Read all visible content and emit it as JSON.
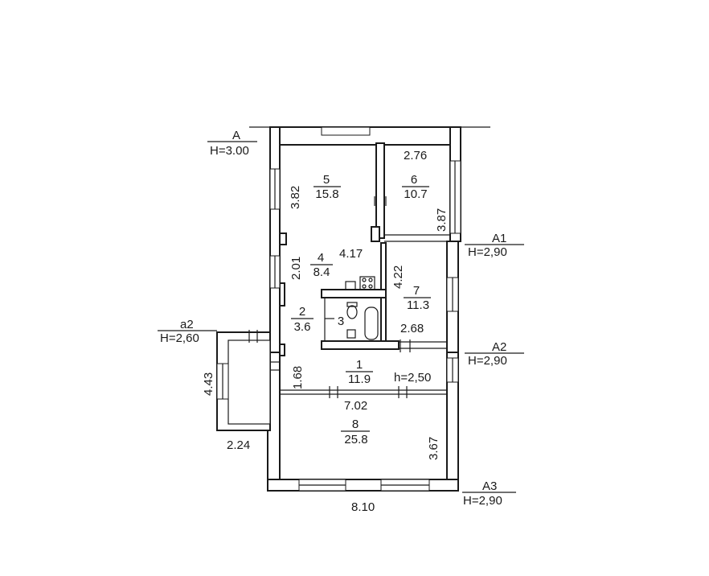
{
  "levels": {
    "A": {
      "name": "А",
      "height": "Н=3.00"
    },
    "A1": {
      "name": "А1",
      "height": "Н=2,90"
    },
    "A2": {
      "name": "А2",
      "height": "Н=2,90"
    },
    "A3": {
      "name": "А3",
      "height": "Н=2,90"
    },
    "a2": {
      "name": "а2",
      "height": "Н=2,60"
    }
  },
  "rooms": {
    "r1": {
      "num": "1",
      "area": "11.9"
    },
    "r2": {
      "num": "2",
      "area": "3.6"
    },
    "r3": {
      "num": "3"
    },
    "r4": {
      "num": "4",
      "area": "8.4"
    },
    "r5": {
      "num": "5",
      "area": "15.8"
    },
    "r6": {
      "num": "6",
      "area": "10.7"
    },
    "r7": {
      "num": "7",
      "area": "11.3"
    },
    "r8": {
      "num": "8",
      "area": "25.8"
    }
  },
  "dims": {
    "d276": "2.76",
    "d382": "3.82",
    "d387": "3.87",
    "d201": "2.01",
    "d417": "4.17",
    "d422": "4.22",
    "d268": "2.68",
    "d443": "4.43",
    "d168": "1.68",
    "h250": "h=2,50",
    "d702": "7.02",
    "d224": "2.24",
    "d367": "3.67",
    "d810": "8.10"
  }
}
